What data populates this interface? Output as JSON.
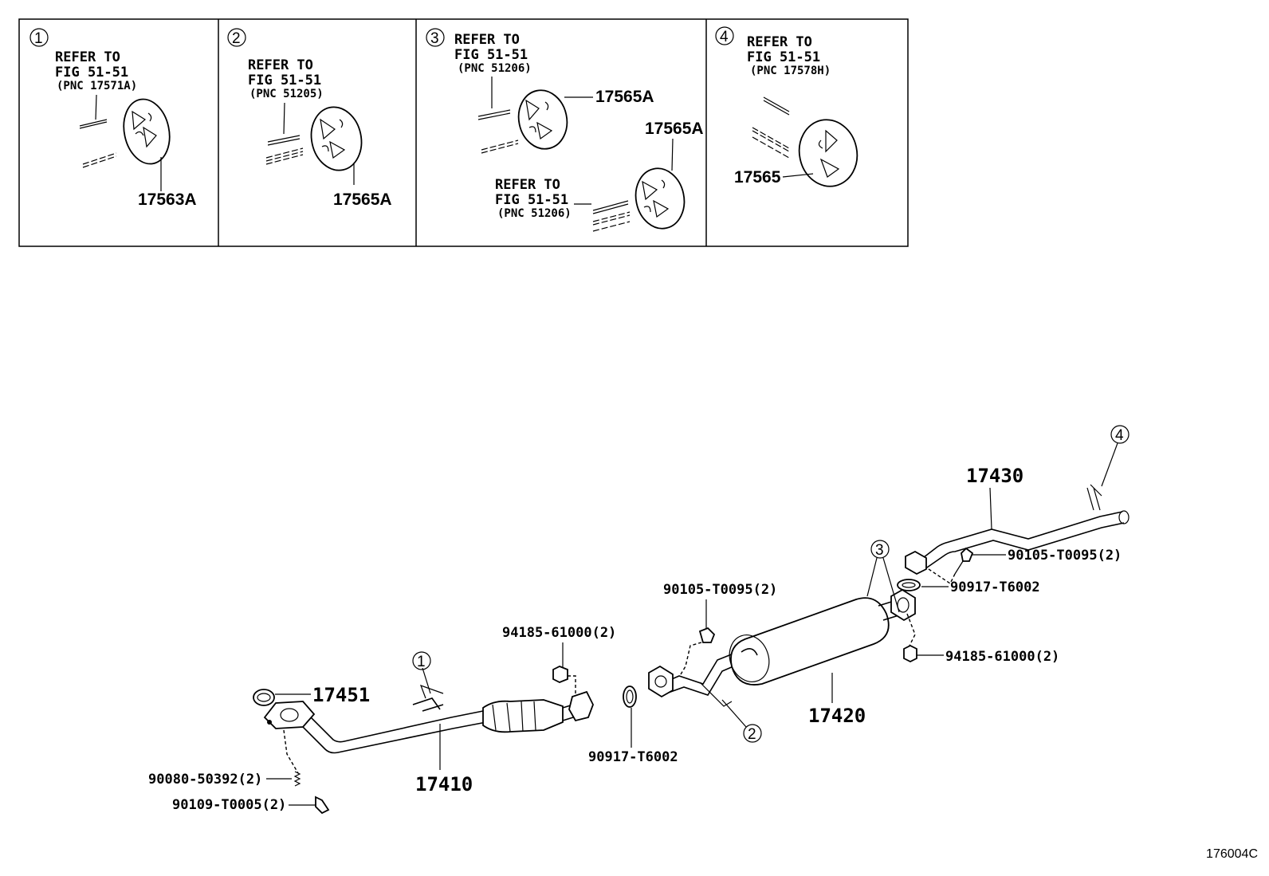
{
  "figure_id": "176004C",
  "insets": [
    {
      "num": "1",
      "ref1": "REFER TO",
      "ref2": "FIG 51-51",
      "pnc": "(PNC 17571A)",
      "part": "17563A"
    },
    {
      "num": "2",
      "ref1": "REFER TO",
      "ref2": "FIG 51-51",
      "pnc": "(PNC 51205)",
      "part": "17565A"
    },
    {
      "num": "3",
      "ref1": "REFER TO",
      "ref2": "FIG 51-51",
      "pnc": "(PNC 51206)",
      "part": "17565A",
      "ref1b": "REFER TO",
      "ref2b": "FIG 51-51",
      "pncb": "(PNC 51206)",
      "partb": "17565A"
    },
    {
      "num": "4",
      "ref1": "REFER TO",
      "ref2": "FIG 51-51",
      "pnc": "(PNC 17578H)",
      "part": "17565"
    }
  ],
  "callouts": {
    "c1": "1",
    "c2": "2",
    "c3": "3",
    "c4": "4"
  },
  "parts": {
    "p17451": "17451",
    "p17410": "17410",
    "p90080": "90080-50392(2)",
    "p90109": "90109-T0005(2)",
    "p94185a": "94185-61000(2)",
    "p90917a": "90917-T6002",
    "p90105a": "90105-T0095(2)",
    "p17420": "17420",
    "p17430": "17430",
    "p90105b": "90105-T0095(2)",
    "p90917b": "90917-T6002",
    "p94185b": "94185-61000(2)"
  }
}
